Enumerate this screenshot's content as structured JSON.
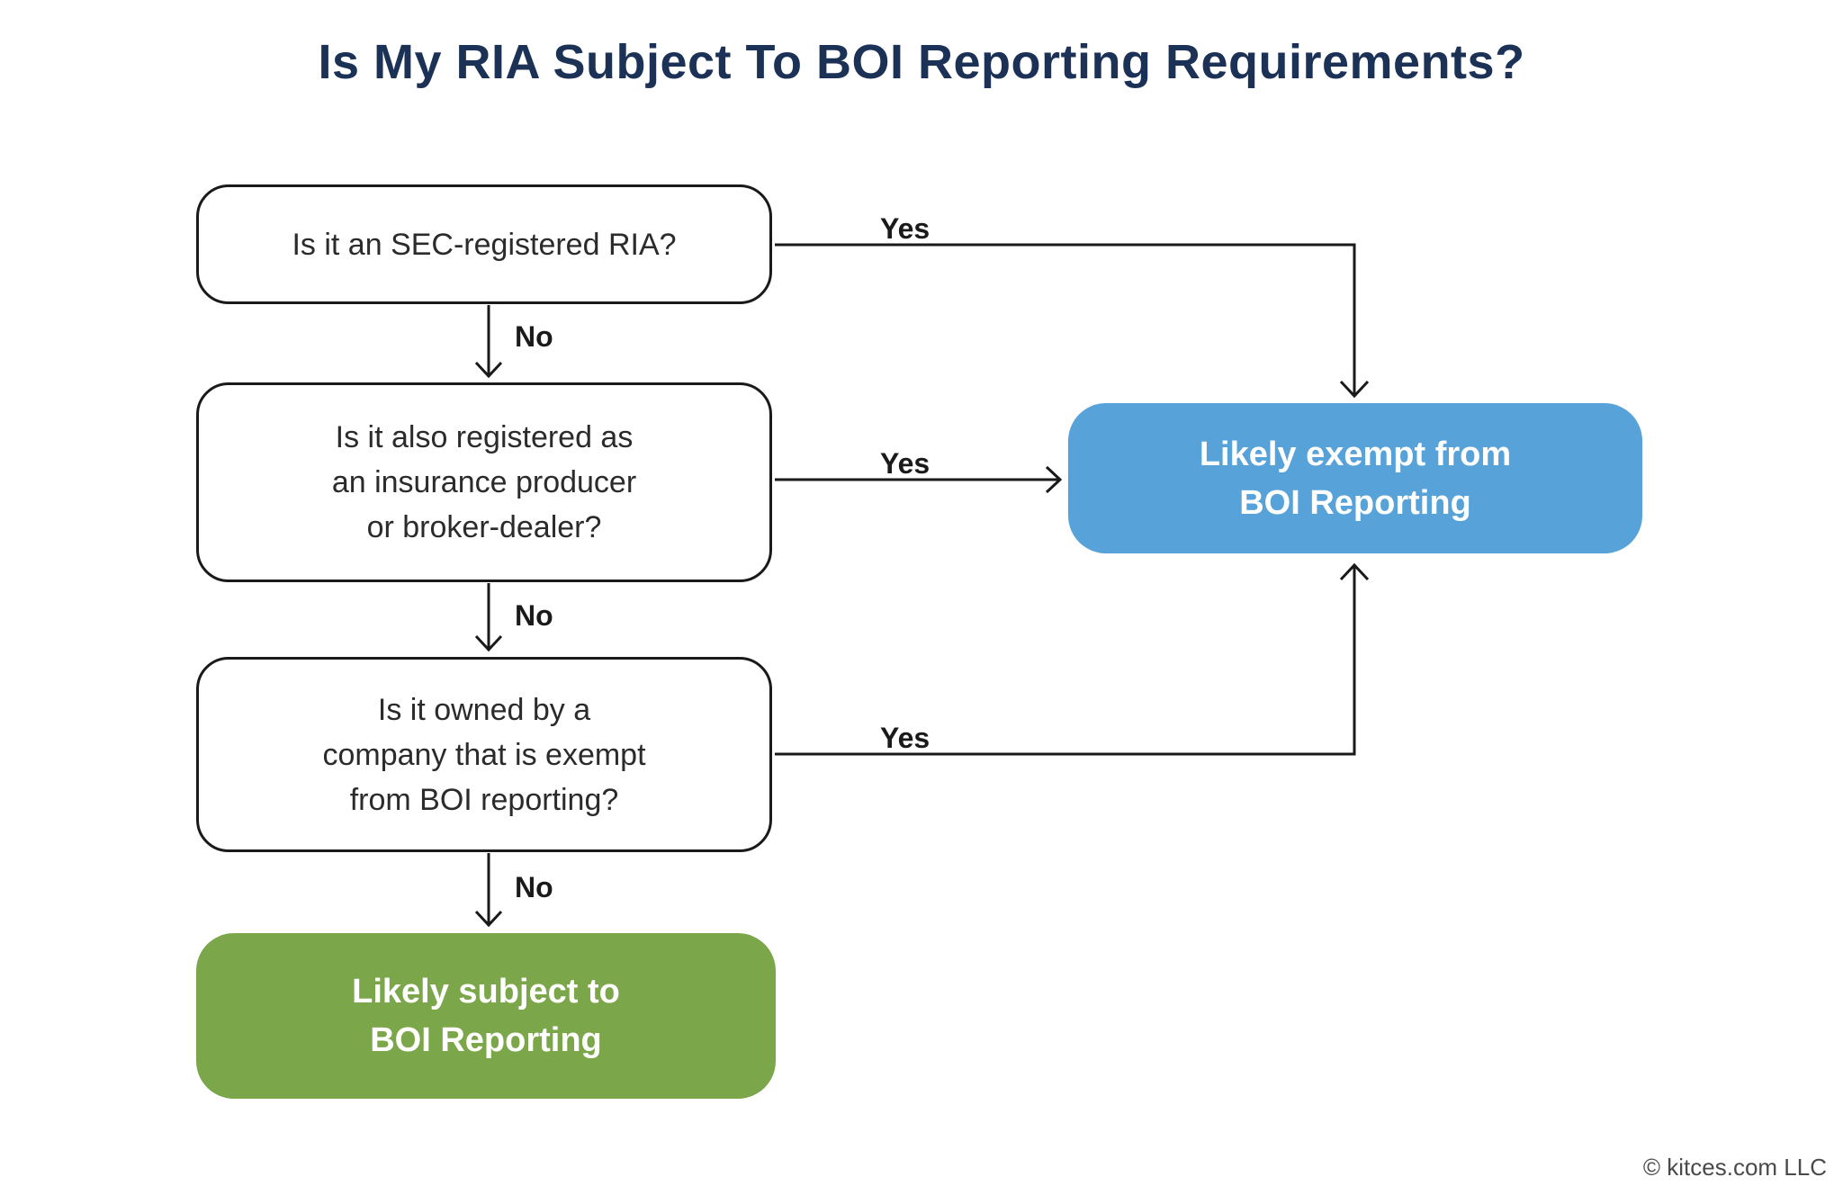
{
  "title": "Is My RIA Subject To BOI Reporting Requirements?",
  "questions": [
    {
      "id": "q1",
      "lines": [
        "Is it an SEC-registered RIA?"
      ]
    },
    {
      "id": "q2",
      "lines": [
        "Is it also registered as",
        "an insurance producer",
        "or broker-dealer?"
      ]
    },
    {
      "id": "q3",
      "lines": [
        "Is it owned by a",
        "company that is exempt",
        "from BOI reporting?"
      ]
    }
  ],
  "outcomes": {
    "exempt": {
      "lines": [
        "Likely exempt from",
        "BOI Reporting"
      ],
      "color": "#57a2d8"
    },
    "subject": {
      "lines": [
        "Likely subject to",
        "BOI Reporting"
      ],
      "color": "#7ba74a"
    }
  },
  "edge_labels": {
    "yes": "Yes",
    "no": "No"
  },
  "colors": {
    "title_navy": "#1b3155",
    "line_black": "#1a1a1a",
    "exempt_blue": "#57a2d8",
    "subject_green": "#7ba74a"
  },
  "footer": {
    "copyright": "© kitces.com LLC"
  }
}
